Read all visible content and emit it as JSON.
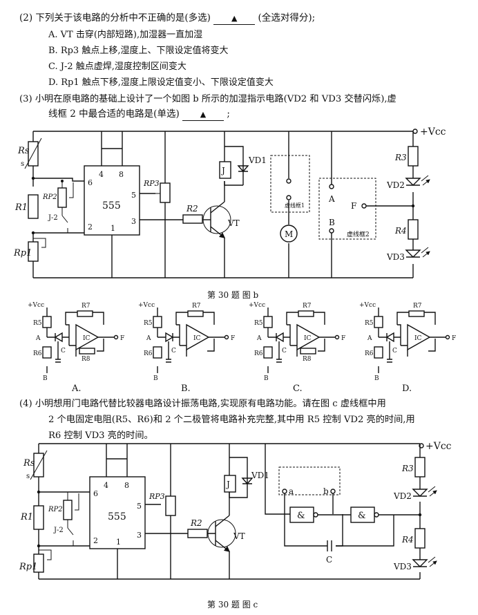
{
  "q2": {
    "text": "(2) 下列关于该电路的分析中不正确的是(多选)",
    "blank_mark": "▲",
    "tail": "(全选对得分);",
    "options": [
      "A. VT 击穿(内部短路),加湿器一直加湿",
      "B. Rp3 触点上移,湿度上、下限设定值将变大",
      "C. J-2 触点虚焊,湿度控制区间变大",
      "D. Rp1 触点下移,湿度上限设定值变小、下限设定值变大"
    ]
  },
  "q3": {
    "line1": "(3) 小明在原电路的基础上设计了一个如图 b 所示的加湿指示电路(VD2 和 VD3 交替闪烁),虚",
    "line2": "线框 2 中最合适的电路是(单选)",
    "blank_mark": "▲",
    "tail": ";"
  },
  "q4": {
    "line1": "(4) 小明想用门电路代替比较器电路设计振荡电路,实现原有电路功能。请在图 c 虚线框中用",
    "line2": "2 个电固定电阻(R5、R6)和 2 个二极管将电路补充完整,其中用 R5 控制 VD2 亮的时间,用",
    "line3": "R6 控制 VD3 亮的时间。"
  },
  "fig_b": {
    "caption": "第 30 题  图 b",
    "labels": {
      "vcc": "+Vcc",
      "rs": "Rs",
      "s": "s",
      "r1": "R1",
      "rp2": "RP2",
      "j2": "J-2",
      "rp1": "Rp1",
      "ic": "555",
      "pin4": "4",
      "pin8": "8",
      "pin6": "6",
      "pin5": "5",
      "pin3": "3",
      "pin2": "2",
      "pin1": "1",
      "rp3": "RP3",
      "r2": "R2",
      "vt": "VT",
      "j": "J",
      "vd1": "VD1",
      "motor": "M",
      "box1": "虚线框1",
      "box2": "虚线框2",
      "a": "A",
      "b": "B",
      "f": "F",
      "r3": "R3",
      "vd2": "VD2",
      "r4": "R4",
      "vd3": "VD3"
    }
  },
  "choices": {
    "vcc": "+Vcc",
    "r5": "R5",
    "r6": "R6",
    "r7": "R7",
    "r8": "R8",
    "c": "C",
    "ic": "IC",
    "a": "A",
    "b": "B",
    "f": "F",
    "letters": [
      "A.",
      "B.",
      "C.",
      "D."
    ]
  },
  "fig_c": {
    "caption": "第 30 题  图 c",
    "labels": {
      "vcc": "+Vcc",
      "rs": "Rs",
      "s": "s",
      "r1": "R1",
      "rp2": "RP2",
      "j2": "J-2",
      "rp1": "Rp1",
      "ic": "555",
      "pin4": "4",
      "pin8": "8",
      "pin6": "6",
      "pin5": "5",
      "pin3": "3",
      "pin2": "2",
      "pin1": "1",
      "rp3": "RP3",
      "r2": "R2",
      "vt": "VT",
      "j": "J",
      "vd1": "VD1",
      "a": "a",
      "b": "b",
      "gate": "&",
      "c": "C",
      "r3": "R3",
      "vd2": "VD2",
      "r4": "R4",
      "vd3": "VD3"
    }
  }
}
